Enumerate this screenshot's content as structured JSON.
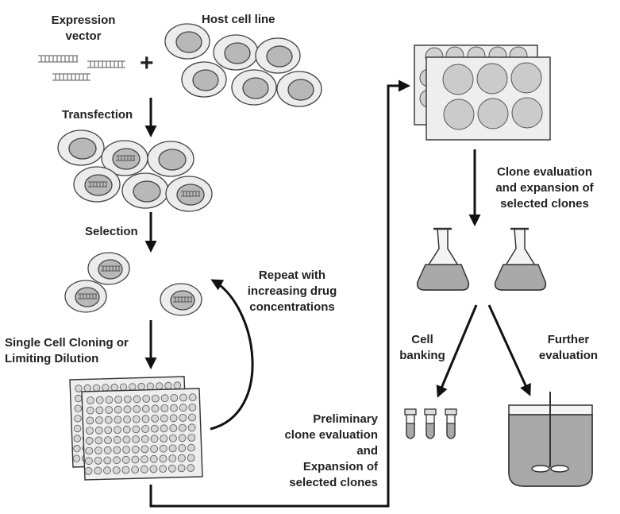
{
  "labels": {
    "expression_vector": [
      "Expression",
      "vector"
    ],
    "host_cell_line": "Host cell line",
    "plus": "+",
    "transfection": "Transfection",
    "selection": "Selection",
    "repeat": [
      "Repeat with",
      "increasing drug",
      "concentrations"
    ],
    "single_cell": [
      "Single Cell Cloning or",
      "Limiting Dilution"
    ],
    "preliminary": [
      "Preliminary",
      "clone evaluation",
      "and",
      "Expansion of",
      "selected clones"
    ],
    "clone_eval": [
      "Clone evaluation",
      "and expansion of",
      "selected clones"
    ],
    "cell_banking": [
      "Cell",
      "banking"
    ],
    "further_eval": [
      "Further",
      "evaluation"
    ]
  },
  "colors": {
    "line": "#111111",
    "outer_cell": "#ececec",
    "nucleus": "#b8b8b8",
    "medium": "#a9a9a9",
    "plate": "#eeeeee"
  }
}
